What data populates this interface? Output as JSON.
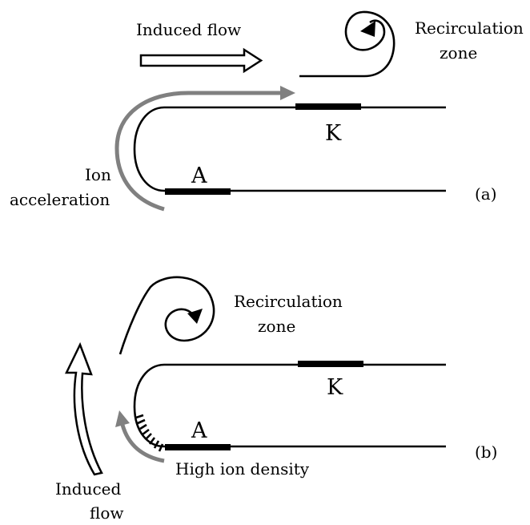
{
  "panel_a": {
    "induced_flow": "Induced flow",
    "recirculation_line1": "Recirculation",
    "recirculation_line2": "zone",
    "electrode_k": "K",
    "electrode_a": "A",
    "ion_line1": "Ion",
    "ion_line2": "acceleration",
    "panel_label": "(a)"
  },
  "panel_b": {
    "recirculation_line1": "Recirculation",
    "recirculation_line2": "zone",
    "electrode_k": "K",
    "electrode_a": "A",
    "high_ion_density": "High ion density",
    "induced_line1": "Induced",
    "induced_line2": "flow",
    "panel_label": "(b)"
  },
  "colors": {
    "line": "#000000",
    "ion_arrow": "#808080",
    "background": "#ffffff"
  }
}
